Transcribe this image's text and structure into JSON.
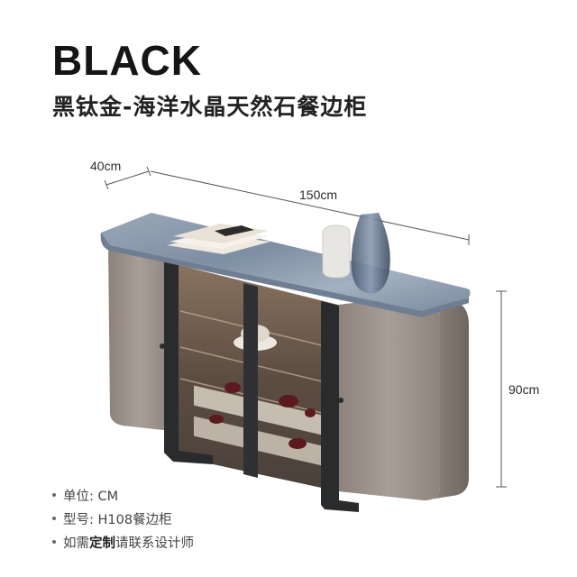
{
  "header": {
    "title": "BLACK",
    "subtitle": "黑钛金-海洋水晶天然石餐边柜"
  },
  "dimensions": {
    "depth": "40cm",
    "width": "150cm",
    "height": "90cm"
  },
  "specs": {
    "unit_label": "单位: CM",
    "model_label": "型号: H108餐边柜",
    "custom_prefix": "如需",
    "custom_bold": "定制",
    "custom_suffix": "请联系设计师"
  },
  "colors": {
    "cabinet_body": "#9a8f88",
    "marble_top": "#8b9aad",
    "metal_frame": "#2a2b2d",
    "glass_interior": "#6d5c4e"
  }
}
